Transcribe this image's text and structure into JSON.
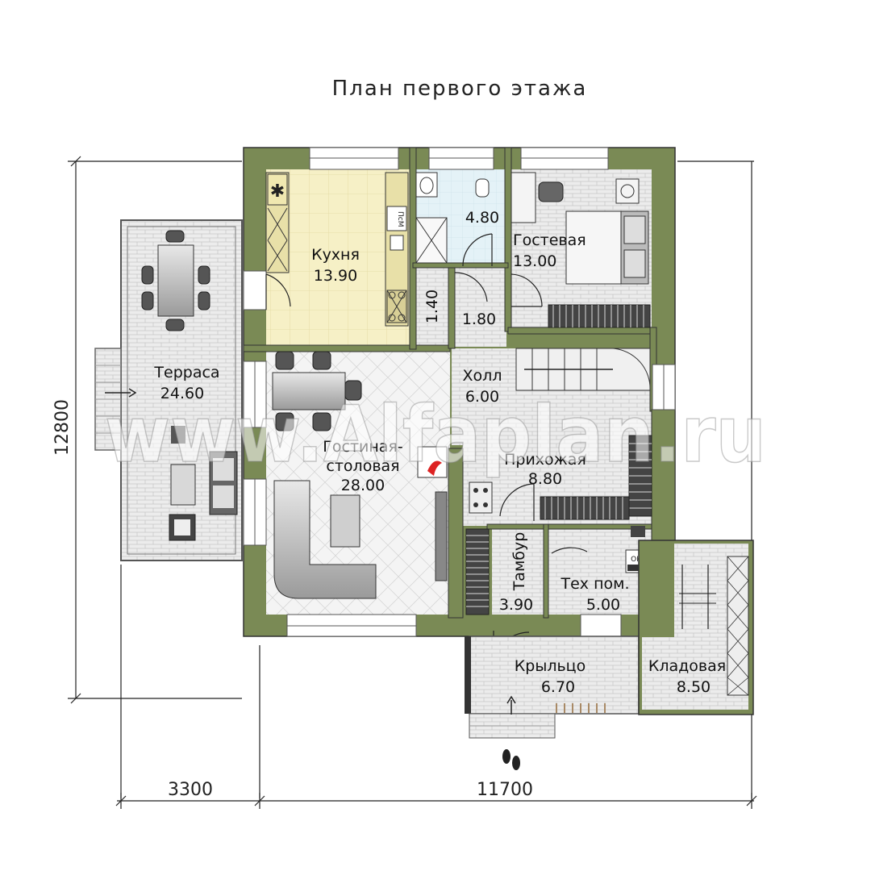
{
  "title": "План первого этажа",
  "rooms": {
    "kitchen": {
      "name": "Кухня",
      "area": "13.90"
    },
    "bath": {
      "area": "4.80"
    },
    "closet1": {
      "area": "1.40"
    },
    "closet2": {
      "area": "1.80"
    },
    "guest": {
      "name": "Гостевая",
      "area": "13.00"
    },
    "terrace": {
      "name": "Терраса",
      "area": "24.60"
    },
    "hall": {
      "name": "Холл",
      "area": "6.00"
    },
    "living": {
      "name1": "Гостиная-",
      "name2": "столовая",
      "area": "28.00"
    },
    "entry": {
      "name": "Прихожая",
      "area": "8.80"
    },
    "vestibule": {
      "name": "Тамбур",
      "area": "3.90"
    },
    "tech": {
      "name": "Тех пом.",
      "area": "5.00"
    },
    "porch": {
      "name": "Крыльцо",
      "area": "6.70"
    },
    "storage": {
      "name": "Кладовая",
      "area": "8.50"
    }
  },
  "dimensions": {
    "height": "12800",
    "left_width": "3300",
    "main_width": "11700"
  },
  "appliance_labels": {
    "dishwasher": "ПсМ",
    "boiler": "ОКБ"
  },
  "watermark": "www.Alfaplan.ru",
  "colors": {
    "wall": "#7a8a55",
    "kitchen_floor": "#f5efc4",
    "bath_floor": "#e2f1f6",
    "tile": "#eeeeee"
  }
}
